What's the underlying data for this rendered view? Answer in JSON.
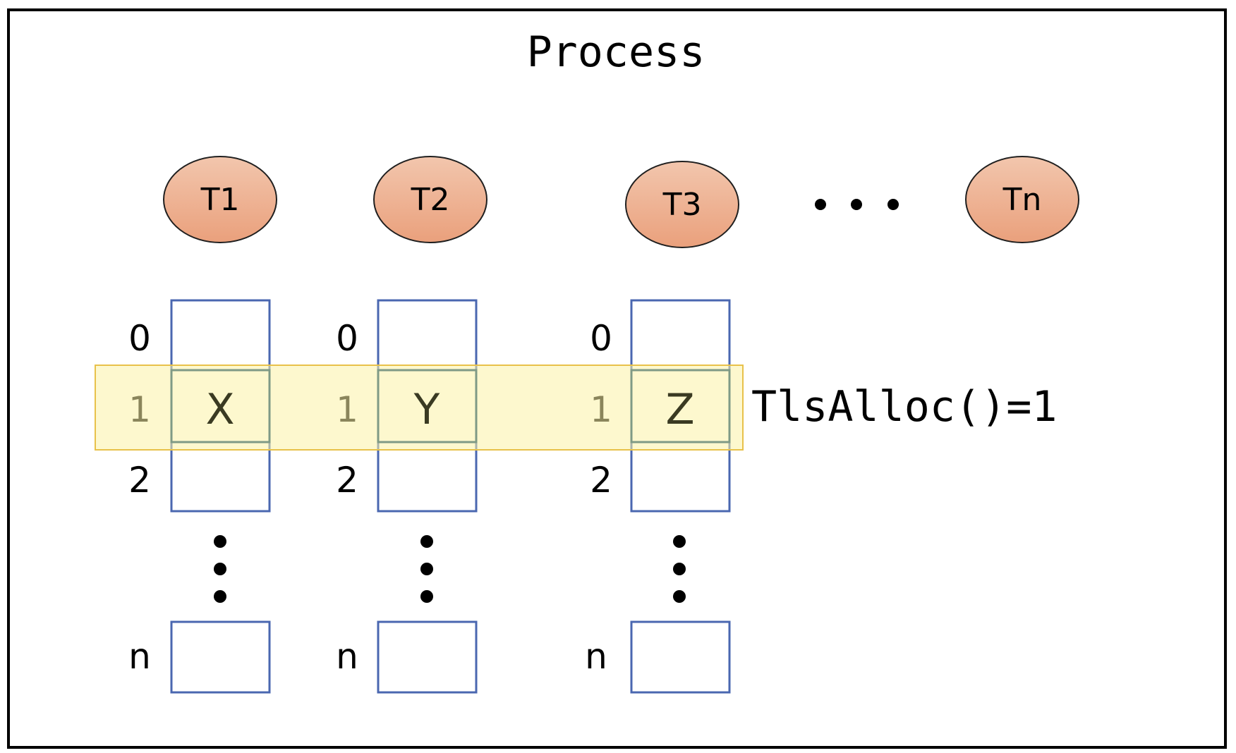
{
  "title": "Process",
  "threads": [
    {
      "label": "T1"
    },
    {
      "label": "T2"
    },
    {
      "label": "T3"
    },
    {
      "label": "Tn"
    }
  ],
  "slot_indices": [
    "0",
    "1",
    "2",
    "n"
  ],
  "columns": [
    {
      "thread": "T1",
      "slot_value": "X"
    },
    {
      "thread": "T2",
      "slot_value": "Y"
    },
    {
      "thread": "T3",
      "slot_value": "Z"
    }
  ],
  "highlight_label": "TlsAlloc()=1",
  "colors": {
    "thread_fill": "#eeb293",
    "thread_stroke": "#1f1f1f",
    "slot_stroke": "#4a67b0",
    "highlight_fill": "#fbf7c4",
    "highlight_stroke": "#e8c14a",
    "frame_stroke": "#000000"
  }
}
